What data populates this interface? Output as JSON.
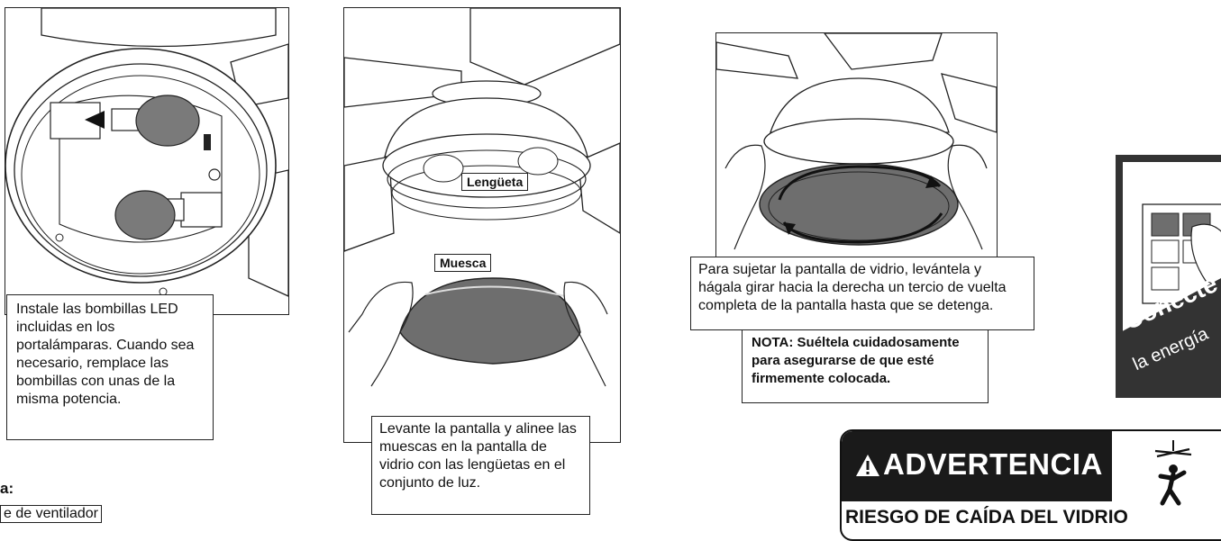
{
  "step1": {
    "caption": "Instale las bombillas LED incluidas en los portalámparas. Cuando sea necesario, remplace las bombillas con unas de la misma potencia."
  },
  "step2": {
    "label_tab": "Lengüeta",
    "label_notch": "Muesca",
    "caption": "Levante la pantalla y alinee las muescas en la pantalla de vidrio con las lengüetas en el conjunto de luz."
  },
  "step3": {
    "caption": "Para sujetar la pantalla de vidrio, levántela y hágala girar hacia la derecha un tercio de vuelta completa de la pantalla hasta que se detenga.",
    "note": "NOTA: Suéltela cuidadosamente para asegurarse de que esté firmemente colocada."
  },
  "power_card": {
    "line1": "Conecte",
    "line2": "la energía"
  },
  "warning": {
    "title": "ADVERTENCIA",
    "subtitle": "RIESGO DE CAÍDA DEL VIDRIO"
  },
  "bottom_left": {
    "heading_fragment": "a:",
    "boxed_fragment": "e de ventilador"
  },
  "colors": {
    "line": "#222222",
    "shade_gray": "#6e6e6e",
    "banner_black": "#1a1a1a",
    "card_dark": "#333333"
  }
}
